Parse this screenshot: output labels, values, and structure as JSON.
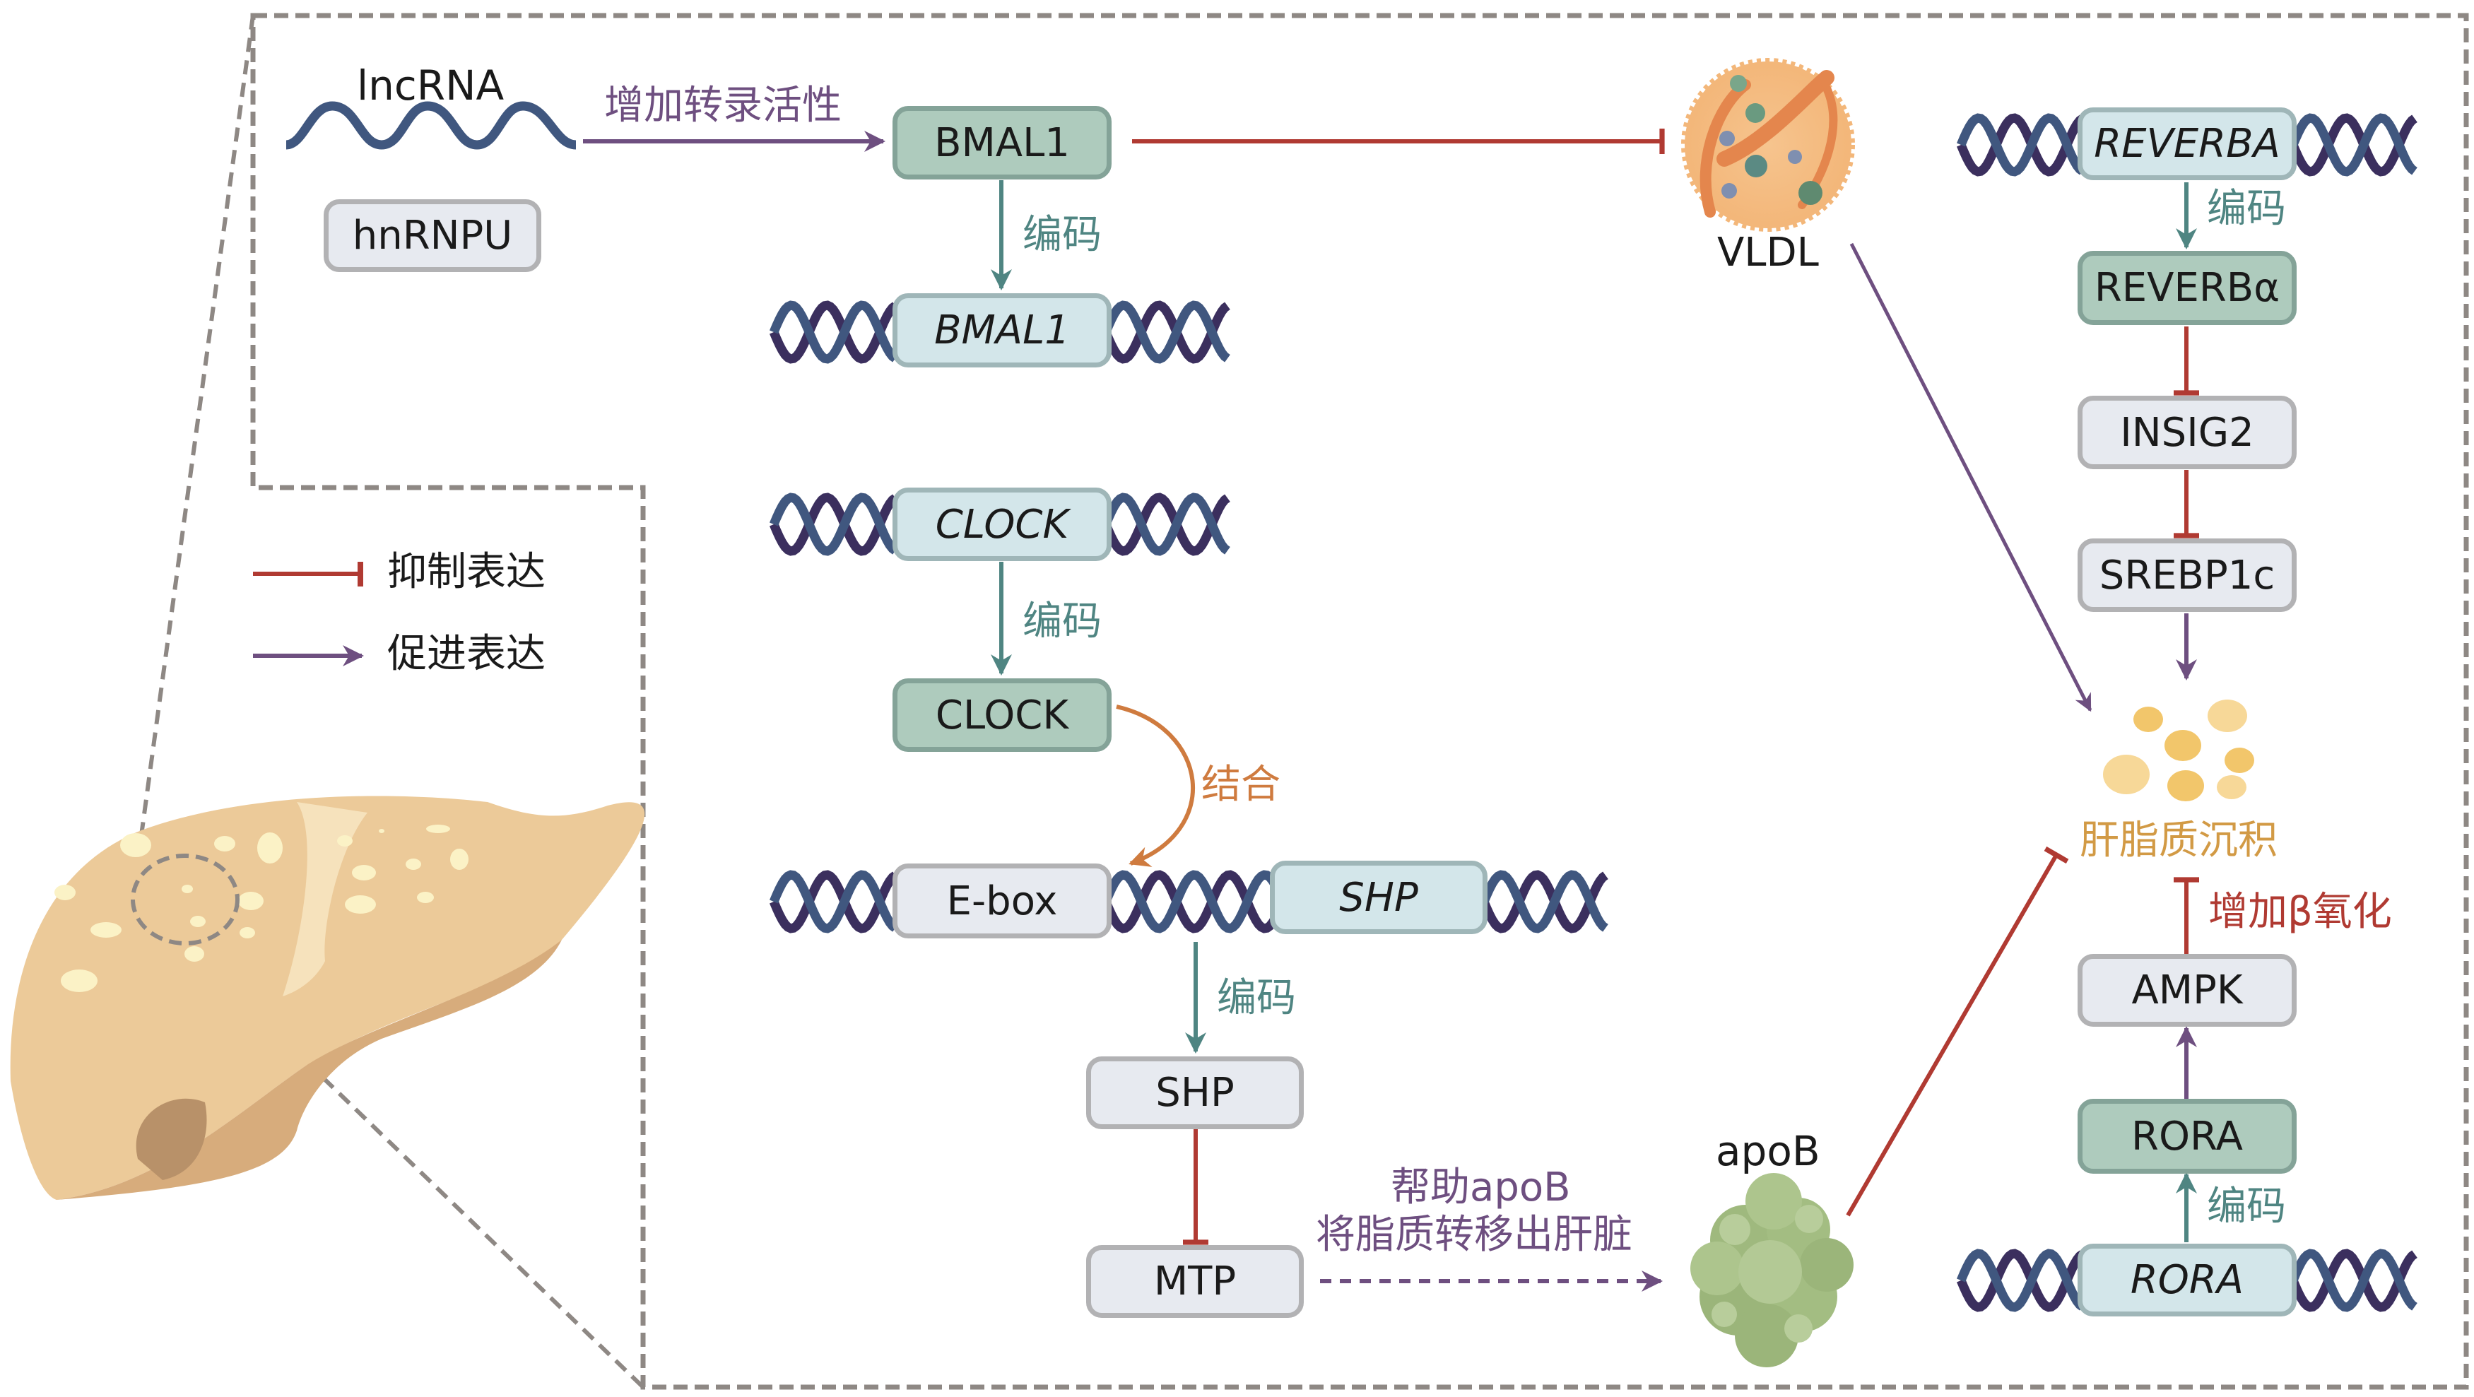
{
  "colors": {
    "inhibit": "#b03a32",
    "promote": "#6e4f80",
    "encode": "#4f8582",
    "bind": "#cf7b3f",
    "deposit_label": "#d29a45",
    "beta_ox_label": "#b03a32",
    "frame": "#8e8884",
    "dna_strand_a": "#40577f",
    "dna_strand_b": "#3b2f5e"
  },
  "legend": {
    "inhibit_label": "抑制表达",
    "promote_label": "促进表达"
  },
  "nodes": {
    "lncrna": "lncRNA",
    "hnrnpu": "hnRNPU",
    "bmal1_protein": "BMAL1",
    "bmal1_gene": "BMAL1",
    "clock_gene": "CLOCK",
    "clock_protein": "CLOCK",
    "ebox": "E-box",
    "shp_gene": "SHP",
    "shp_protein": "SHP",
    "mtp": "MTP",
    "vldl": "VLDL",
    "apob": "apoB",
    "reverba_gene": "REVERBA",
    "reverba_protein": "REVERBα",
    "insig2": "INSIG2",
    "srebp1c": "SREBP1c",
    "lipid_deposition": "肝脂质沉积",
    "ampk": "AMPK",
    "rora_protein": "RORA",
    "rora_gene": "RORA"
  },
  "edge_labels": {
    "lncrna_to_bmal1": "增加转录活性",
    "bmal1_encode": "编码",
    "clock_encode": "编码",
    "clock_bind": "结合",
    "shp_encode": "编码",
    "mtp_to_apob_line1": "帮助apoB",
    "mtp_to_apob_line2": "将脂质转移出肝脏",
    "reverba_encode": "编码",
    "ampk_beta_ox": "增加β氧化",
    "rora_encode": "编码"
  }
}
